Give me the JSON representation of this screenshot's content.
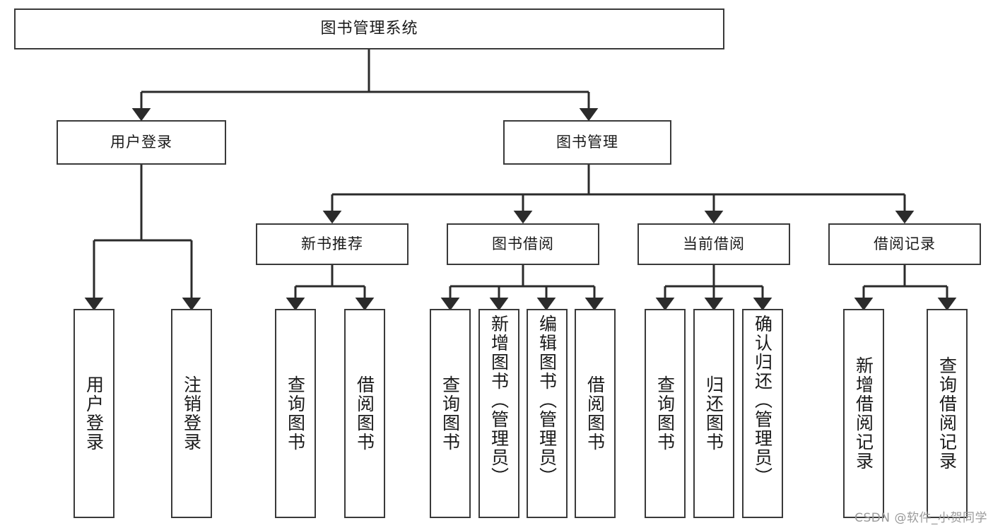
{
  "title": "图书管理系统",
  "watermark": "CSDN @软件_小贺同学",
  "colors": {
    "box_border": "#3a3a3a",
    "box_fill": "#ffffff",
    "edge": "#2b2b2b",
    "text": "#1a1a1a",
    "watermark": "#9a9a9a",
    "background": "#ffffff"
  },
  "nodes": {
    "root": {
      "label": "图书管理系统"
    },
    "level2": [
      {
        "id": "user-login",
        "label": "用户登录"
      },
      {
        "id": "book-manage",
        "label": "图书管理"
      }
    ],
    "level3": [
      {
        "id": "new-book-rec",
        "label": "新书推荐"
      },
      {
        "id": "book-borrow",
        "label": "图书借阅"
      },
      {
        "id": "current-borrow",
        "label": "当前借阅"
      },
      {
        "id": "borrow-record",
        "label": "借阅记录"
      }
    ],
    "leaves": {
      "user_login": [
        {
          "id": "leaf-user-login",
          "label": "用户登录"
        },
        {
          "id": "leaf-logout-login",
          "label": "注销登录"
        }
      ],
      "new_book_rec": [
        {
          "id": "leaf-query-book-1",
          "label": "查询图书"
        },
        {
          "id": "leaf-borrow-book-1",
          "label": "借阅图书"
        }
      ],
      "book_borrow": [
        {
          "id": "leaf-query-book-2",
          "label": "查询图书"
        },
        {
          "id": "leaf-add-book",
          "label": "新增图书（管理员）"
        },
        {
          "id": "leaf-edit-book",
          "label": "编辑图书（管理员）"
        },
        {
          "id": "leaf-borrow-book-2",
          "label": "借阅图书"
        }
      ],
      "current_borrow": [
        {
          "id": "leaf-query-book-3",
          "label": "查询图书"
        },
        {
          "id": "leaf-return-book",
          "label": "归还图书"
        },
        {
          "id": "leaf-confirm-return",
          "label": "确认归还（管理员）"
        }
      ],
      "borrow_record": [
        {
          "id": "leaf-add-record",
          "label": "新增借阅记录"
        },
        {
          "id": "leaf-query-record",
          "label": "查询借阅记录"
        }
      ]
    }
  },
  "chart_data": {
    "type": "diagram",
    "diagram_kind": "function-hierarchy-tree",
    "title": "图书管理系统",
    "orientation": "top-down",
    "edge_style": "orthogonal-with-arrowheads",
    "levels": 4,
    "tree": {
      "label": "图书管理系统",
      "children": [
        {
          "label": "用户登录",
          "children": [
            {
              "label": "用户登录",
              "children": []
            },
            {
              "label": "注销登录",
              "children": []
            }
          ]
        },
        {
          "label": "图书管理",
          "children": [
            {
              "label": "新书推荐",
              "children": [
                {
                  "label": "查询图书",
                  "children": []
                },
                {
                  "label": "借阅图书",
                  "children": []
                }
              ]
            },
            {
              "label": "图书借阅",
              "children": [
                {
                  "label": "查询图书",
                  "children": []
                },
                {
                  "label": "新增图书（管理员）",
                  "children": []
                },
                {
                  "label": "编辑图书（管理员）",
                  "children": []
                },
                {
                  "label": "借阅图书",
                  "children": []
                }
              ]
            },
            {
              "label": "当前借阅",
              "children": [
                {
                  "label": "查询图书",
                  "children": []
                },
                {
                  "label": "归还图书",
                  "children": []
                },
                {
                  "label": "确认归还（管理员）",
                  "children": []
                }
              ]
            },
            {
              "label": "借阅记录",
              "children": [
                {
                  "label": "新增借阅记录",
                  "children": []
                },
                {
                  "label": "查询借阅记录",
                  "children": []
                }
              ]
            }
          ]
        }
      ]
    }
  }
}
